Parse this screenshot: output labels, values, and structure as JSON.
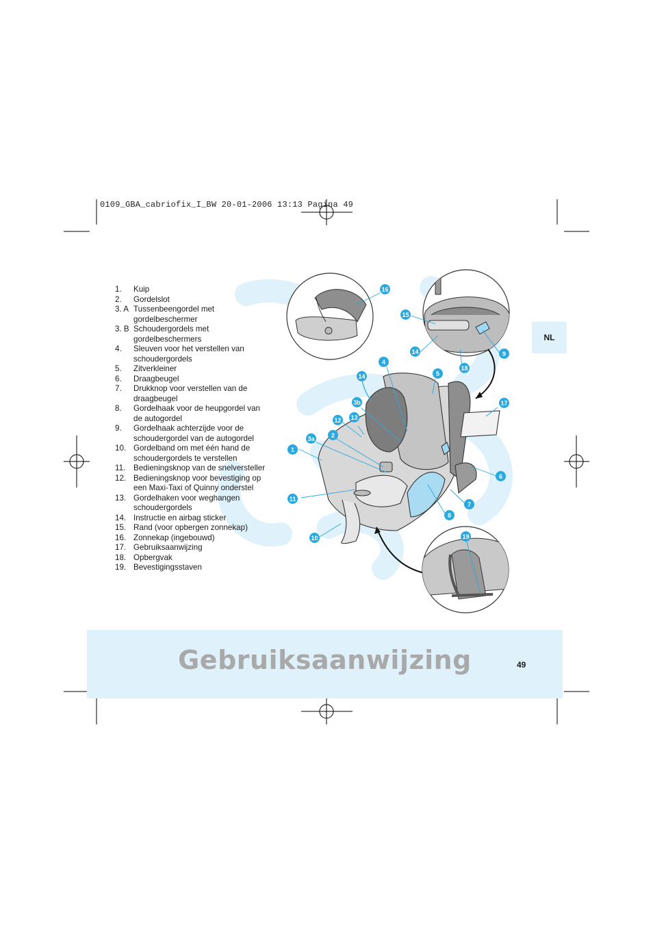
{
  "slug": "0109_GBA_cabriofix_I_BW  20-01-2006  13:13  Pagina 49",
  "lang_tab": "NL",
  "title": "Gebruiksaanwijzing",
  "page_number": "49",
  "parts": [
    {
      "num": "1.",
      "text": "Kuip"
    },
    {
      "num": "2.",
      "text": "Gordelslot"
    },
    {
      "num": "3. A",
      "text": "Tussenbeengordel met gordelbeschermer"
    },
    {
      "num": "3. B",
      "text": "Schoudergordels met gordelbeschermers"
    },
    {
      "num": "4.",
      "text": "Sleuven voor het verstellen van schoudergordels"
    },
    {
      "num": "5.",
      "text": "Zitverkleiner"
    },
    {
      "num": "6.",
      "text": "Draagbeugel"
    },
    {
      "num": "7.",
      "text": "Drukknop voor verstellen van de draagbeugel"
    },
    {
      "num": "8.",
      "text": "Gordelhaak voor de heupgordel van de autogordel"
    },
    {
      "num": "9.",
      "text": "Gordelhaak achterzijde voor de schoudergordel van de autogordel"
    },
    {
      "num": "10.",
      "text": "Gordelband om met één hand de schoudergordels te verstellen"
    },
    {
      "num": "11.",
      "text": "Bedieningsknop van de snelversteller"
    },
    {
      "num": "12.",
      "text": "Bedieningsknop voor bevestiging op een Maxi-Taxi of Quinny onderstel"
    },
    {
      "num": "13.",
      "text": "Gordelhaken voor weghangen schoudergordels"
    },
    {
      "num": "14.",
      "text": "Instructie en airbag sticker"
    },
    {
      "num": "15.",
      "text": "Rand (voor opbergen zonnekap)"
    },
    {
      "num": "16.",
      "text": "Zonnekap (ingebouwd)"
    },
    {
      "num": "17.",
      "text": "Gebruiksaanwijzing"
    },
    {
      "num": "18.",
      "text": "Opbergvak"
    },
    {
      "num": "19.",
      "text": "Bevestigingsstaven"
    }
  ],
  "callouts": [
    "16",
    "15",
    "14",
    "9",
    "18",
    "4",
    "5",
    "14",
    "3b",
    "17",
    "12",
    "13",
    "2",
    "3a",
    "1",
    "6",
    "11",
    "7",
    "8",
    "10",
    "19"
  ],
  "colors": {
    "accent_blue": "#29a9e0",
    "pale_blue": "#dff1fb",
    "title_gray": "#a9a9a9"
  }
}
